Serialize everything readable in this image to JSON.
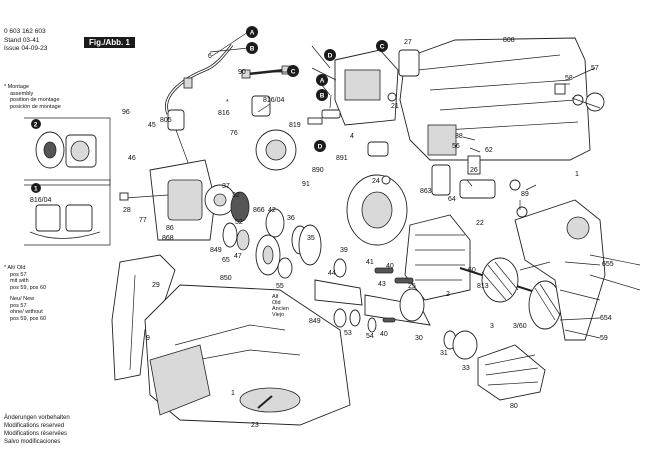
{
  "header": {
    "doc_number": "0 603 162 603",
    "stand_label": "Stand",
    "stand_value": "03-41",
    "issue_label": "Issue",
    "issue_value": "04-09-23",
    "figure_label": "Fig./Abb. 1"
  },
  "assembly_note": {
    "marker": "*",
    "lines": [
      "Montage",
      "assembly",
      "position de montage",
      "posición de montage"
    ]
  },
  "old_new_note": {
    "marker": "*",
    "alt_lines": [
      "Alt/ Old",
      "pos 57",
      "mit with",
      "pos 59, pos 60"
    ],
    "new_lines": [
      "Neu/ New",
      "pos 57",
      "ohne/ without",
      "pos 59, pos 60"
    ]
  },
  "alt_tag": [
    "Alt",
    "Old",
    "Ancien",
    "Viejo"
  ],
  "footer_lines": [
    "Änderungen vorbehalten",
    "Modifications reserved",
    "Modifications réservées",
    "Salvo modificaciones"
  ],
  "badges": [
    "A",
    "B",
    "C",
    "D",
    "1",
    "2"
  ],
  "part_labels": {
    "p6": "6",
    "p90": "90",
    "p816_04": "816/04",
    "p816": "816",
    "p76": "76",
    "p805": "805",
    "p96": "96",
    "p45": "45",
    "p46": "46",
    "p819": "819",
    "p891": "891",
    "p890": "890",
    "p91": "91",
    "p27": "27",
    "p808": "808",
    "p4": "4",
    "p21": "21",
    "p58": "58",
    "p57": "57",
    "p38": "38",
    "p62": "62",
    "p56": "56",
    "p26": "26",
    "p24": "24",
    "p863": "863",
    "p64": "64",
    "p22": "22",
    "p89": "89",
    "p1": "1",
    "p37": "37",
    "p32": "32",
    "p866": "866",
    "p42": "42",
    "p36": "36",
    "p52": "52",
    "p35": "35",
    "p28": "28",
    "p77": "77",
    "p86": "86",
    "p868": "868",
    "p849": "849",
    "p65": "65",
    "p47": "47",
    "p850": "850",
    "p55": "55",
    "p39": "39",
    "p44": "44",
    "p41": "41",
    "p40": "40",
    "p43": "43",
    "p60": "60",
    "p2": "2",
    "p813": "813",
    "p3_60": "3/60",
    "p3": "3",
    "p655": "655",
    "p654": "654",
    "p59": "59",
    "p29": "29",
    "p9": "9",
    "p849b": "849",
    "p53": "53",
    "p54": "54",
    "p25": "25",
    "p40b": "40",
    "p30": "30",
    "p31": "31",
    "p33": "33",
    "p80": "80",
    "p23": "23",
    "p1b": "1",
    "p816_04b": "816/04"
  }
}
